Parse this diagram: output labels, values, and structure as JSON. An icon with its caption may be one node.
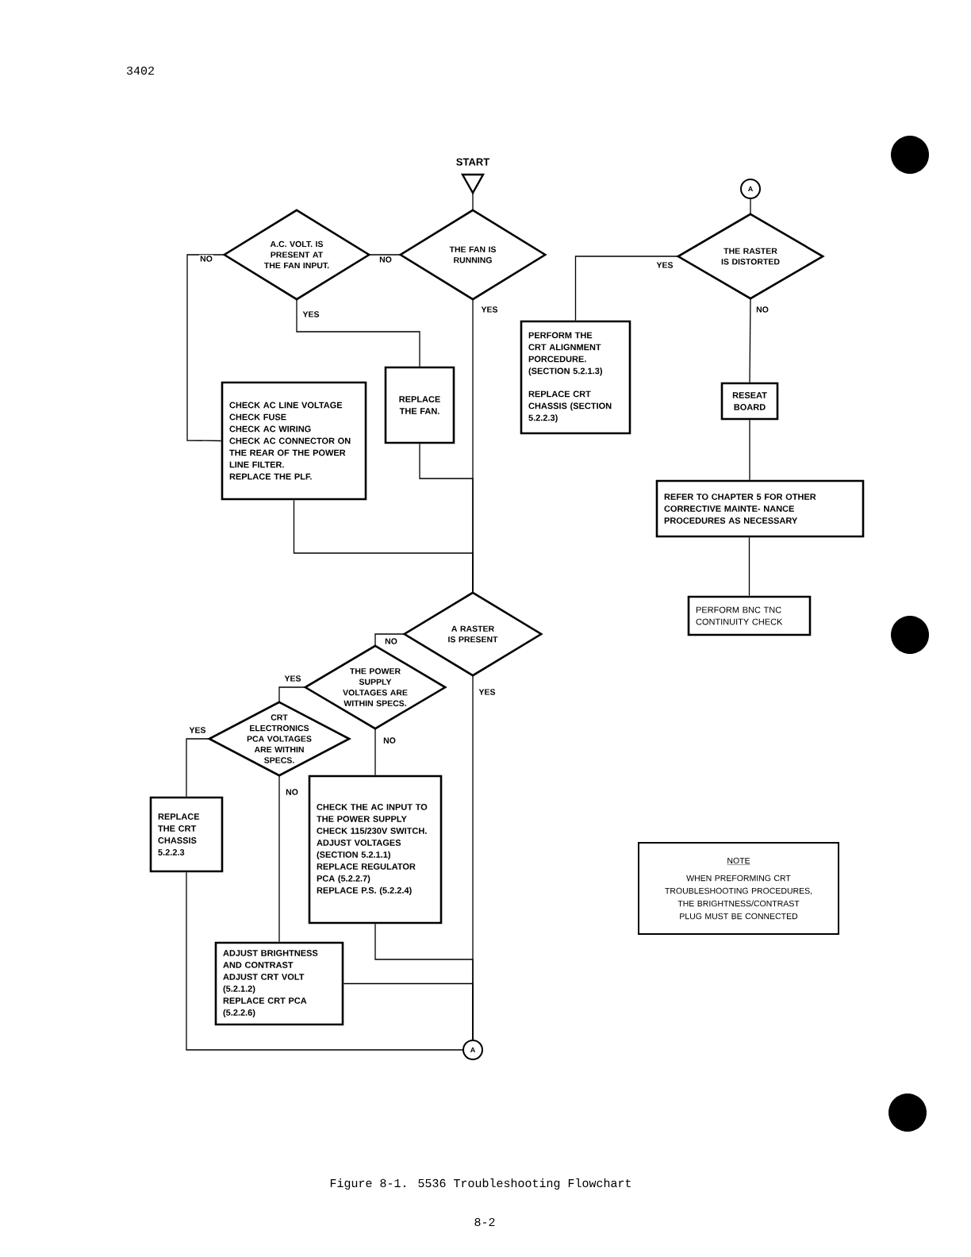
{
  "diagram": {
    "caption": "Figure 8-1.  5536 Troubleshooting Flowchart",
    "nodes": [
      {
        "text": [
          "START"
        ]
      },
      {
        "text": [
          "THE FAN IS RUNNING"
        ]
      },
      {
        "text": [
          "A.C. VOLT. IS PRESENT AT THE FAN INPUT."
        ]
      },
      {
        "text": [
          "CHECK AC LINE VOLTAGE",
          "CHECK FUSE",
          "CHECK AC WIRING",
          "CHECK AC CONNECTOR ON THE REAR OF THE POWER LINE FILTER.",
          "REPLACE THE PLF."
        ]
      },
      {
        "text": [
          "REPLACE THE FAN."
        ]
      },
      {
        "text": [
          "A RASTER IS PRESENT"
        ]
      },
      {
        "text": [
          "THE POWER SUPPLY VOLTAGES ARE WITHIN SPECS."
        ]
      },
      {
        "text": [
          "CRT ELECTRONICS PCA VOLTAGES ARE WITHIN SPECS."
        ]
      },
      {
        "text": [
          "REPLACE THE CRT CHASSIS 5.2.2.3"
        ]
      },
      {
        "text": [
          "CHECK THE AC INPUT TO THE POWER SUPPLY",
          "CHECK 115/230V SWITCH.",
          "ADJUST VOLTAGES (SECTION 5.2.1.1)",
          "REPLACE REGULATOR PCA (5.2.2.7)",
          "REPLACE P.S. (5.2.2.4)"
        ]
      },
      {
        "text": [
          "ADJUST BRIGHTNESS AND CONTRAST",
          "ADJUST CRT VOLT (5.2.1.2)",
          "REPLACE CRT PCA (5.2.2.6)"
        ]
      },
      {
        "text": [
          "A"
        ]
      },
      {
        "text": [
          "A"
        ]
      },
      {
        "text": [
          "THE RASTER IS DISTORTED"
        ]
      },
      {
        "text": [
          "PERFORM THE CRT ALIGNMENT PORCEDURE. (SECTION 5.2.1.3)",
          "REPLACE CRT CHASSIS (SECTION 5.2.2.3)"
        ]
      },
      {
        "text": [
          "RESEAT BOARD"
        ]
      },
      {
        "text": [
          "REFER TO CHAPTER 5 FOR OTHER CORRECTIVE MAINTE- NANCE PROCEDURES AS NECESSARY"
        ]
      },
      {
        "text": [
          "PERFORM BNC TNC CONTINUITY CHECK"
        ]
      },
      {
        "text": [
          "NOTE",
          "WHEN PREFORMING CRT TROUBLESHOOTING PROCEDURES, THE BRIGHTNESS/CONTRAST PLUG MUST BE CONNECTED"
        ]
      }
    ],
    "edges": [
      {
        "from": 0,
        "to": 1,
        "arrow": "none"
      },
      {
        "from": 1,
        "to": 2,
        "arrow": "none",
        "label": "NO"
      },
      {
        "from": 2,
        "to": 3,
        "arrow": "none",
        "label": "NO"
      },
      {
        "from": 2,
        "to": 4,
        "arrow": "none",
        "label": "YES"
      },
      {
        "from": 1,
        "to": 5,
        "arrow": "none",
        "label": "YES"
      },
      {
        "from": 4,
        "to": 5,
        "arrow": "none"
      },
      {
        "from": 3,
        "to": 5,
        "arrow": "none"
      },
      {
        "from": 5,
        "to": 6,
        "arrow": "none",
        "label": "NO"
      },
      {
        "from": 5,
        "to": 11,
        "arrow": "none",
        "label": "YES"
      },
      {
        "from": 6,
        "to": 7,
        "arrow": "none",
        "label": "YES"
      },
      {
        "from": 6,
        "to": 9,
        "arrow": "none",
        "label": "NO"
      },
      {
        "from": 7,
        "to": 8,
        "arrow": "none",
        "label": "YES"
      },
      {
        "from": 7,
        "to": 10,
        "arrow": "none",
        "label": "NO"
      },
      {
        "from": 9,
        "to": 11,
        "arrow": "none"
      },
      {
        "from": 10,
        "to": 11,
        "arrow": "none"
      },
      {
        "from": 8,
        "to": 11,
        "arrow": "none"
      },
      {
        "from": 12,
        "to": 13,
        "arrow": "none"
      },
      {
        "from": 13,
        "to": 14,
        "arrow": "none",
        "label": "YES"
      },
      {
        "from": 13,
        "to": 15,
        "arrow": "none",
        "label": "NO"
      },
      {
        "from": 15,
        "to": 16,
        "arrow": "none"
      },
      {
        "from": 16,
        "to": 17,
        "arrow": "none"
      }
    ],
    "labels": [
      "3402",
      "8-2"
    ]
  }
}
